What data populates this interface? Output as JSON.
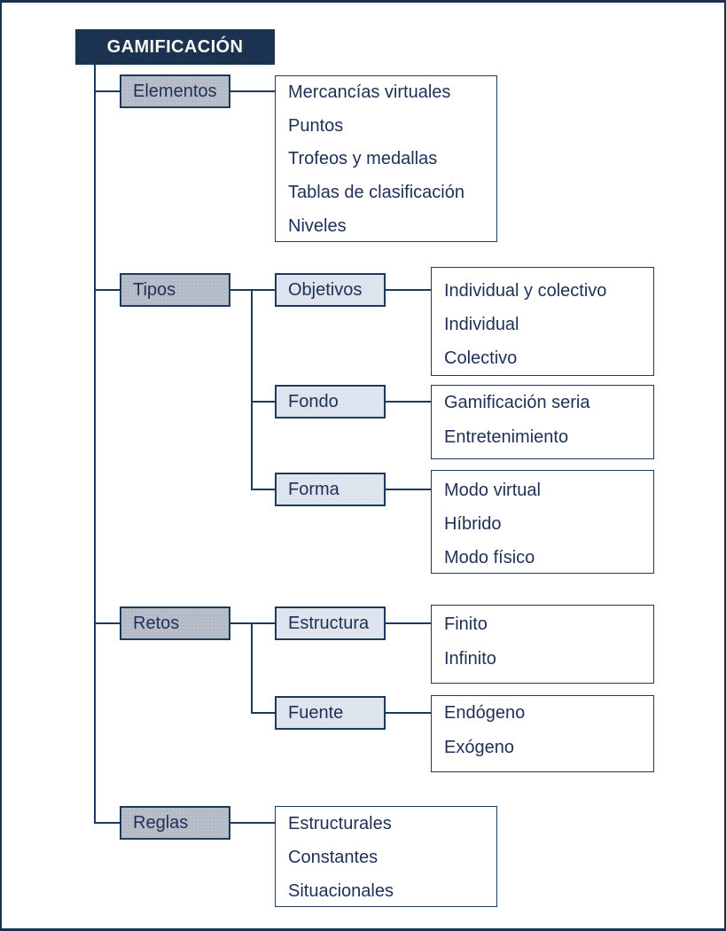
{
  "title": "GAMIFICACIÓN",
  "colors": {
    "navy": "#1b3150",
    "line": "#1d3a5c",
    "l1fill": "#b3bac6",
    "l2fill": "#dde3ec",
    "text": "#1e3055",
    "titletext": "#faf8f2"
  },
  "tree": {
    "branches": [
      {
        "label": "Elementos",
        "items": [
          "Mercancías virtuales",
          "Puntos",
          "Trofeos y medallas",
          "Tablas de clasificación",
          "Niveles"
        ]
      },
      {
        "label": "Tipos",
        "children": [
          {
            "label": "Objetivos",
            "items": [
              "Individual y colectivo",
              "Individual",
              "Colectivo"
            ]
          },
          {
            "label": "Fondo",
            "items": [
              "Gamificación seria",
              "Entretenimiento"
            ]
          },
          {
            "label": "Forma",
            "items": [
              "Modo virtual",
              "Híbrido",
              "Modo físico"
            ]
          }
        ]
      },
      {
        "label": "Retos",
        "children": [
          {
            "label": "Estructura",
            "items": [
              "Finito",
              "Infinito"
            ]
          },
          {
            "label": "Fuente",
            "items": [
              "Endógeno",
              "Exógeno"
            ]
          }
        ]
      },
      {
        "label": "Reglas",
        "items": [
          "Estructurales",
          "Constantes",
          "Situacionales"
        ]
      }
    ]
  }
}
